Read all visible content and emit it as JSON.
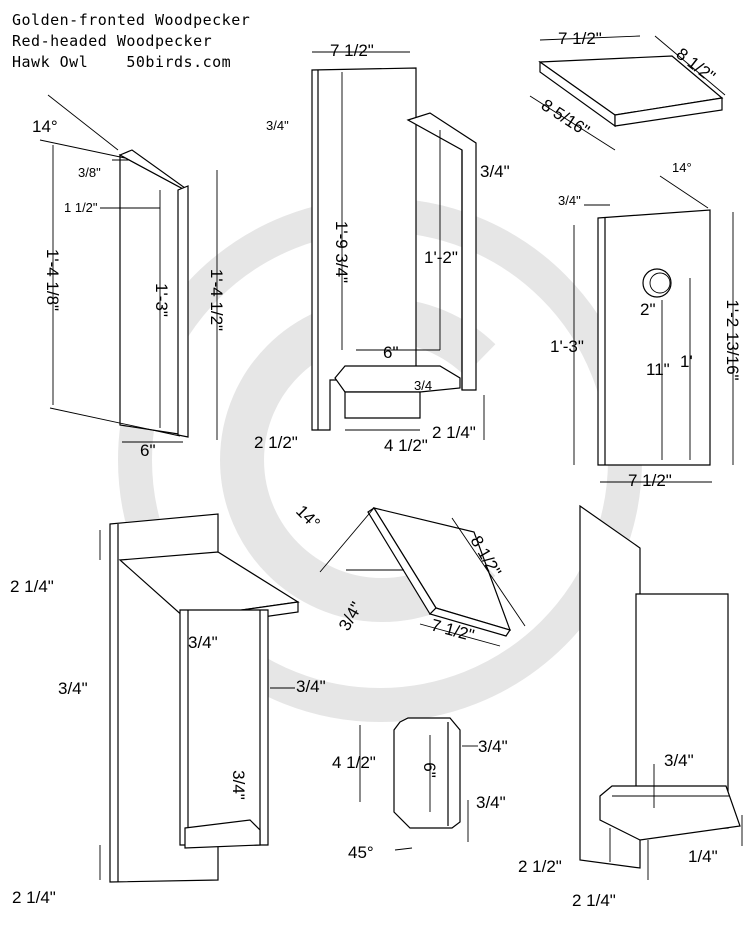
{
  "header": {
    "line1": "Golden-fronted Woodpecker",
    "line2": "Red-headed Woodpecker",
    "line3": "Hawk Owl    50birds.com"
  },
  "watermark": {
    "glyph": "©",
    "color": "#e6e6e6"
  },
  "side_panel": {
    "angle": "14°",
    "bevel": "3/8\"",
    "inset": "1 1/2\"",
    "height_front": "1'-4 1/8\"",
    "height_inner": "1'-3\"",
    "height_back": "1'-4 1/2\"",
    "width": "6\""
  },
  "back_and_side": {
    "back_width": "7 1/2\"",
    "thickness": "3/4\"",
    "back_height": "1'-9 3/4\"",
    "side_thickness": "3/4\"",
    "side_height": "1'-2\"",
    "floor_width": "6\"",
    "floor_label": "3/4",
    "bottom_offset": "2 1/2\"",
    "floor_depth": "4 1/2\"",
    "floor_rise": "2 1/4\""
  },
  "roof": {
    "width": "7 1/2\"",
    "depth": "8 1/2\"",
    "side": "8 5/16\""
  },
  "front_panel": {
    "angle": "14°",
    "thickness": "3/4\"",
    "height": "1'-3\"",
    "hole": "2\"",
    "hole_height_1": "11\"",
    "hole_height_2": "1'",
    "total_height": "1'-2 13/16\"",
    "width": "7 1/2\""
  },
  "assembled_front": {
    "top_margin": "2 1/4\"",
    "roof_thickness": "3/4\"",
    "left_thickness": "3/4\"",
    "right_thickness": "3/4\"",
    "floor_thickness": "3/4\"",
    "bottom_margin": "2 1/4\""
  },
  "roof_iso": {
    "angle": "14°",
    "thickness": "3/4\"",
    "depth": "8 1/2\"",
    "width": "7 1/2\""
  },
  "floor_piece": {
    "height": "4 1/2\"",
    "width": "6\"",
    "edge": "3/4\"",
    "thickness": "3/4\"",
    "bevel": "45°"
  },
  "assembled_side": {
    "floor_thickness": "3/4\"",
    "gap": "1/4\"",
    "bottom_offset": "2 1/2\"",
    "bottom_margin": "2 1/4\""
  }
}
